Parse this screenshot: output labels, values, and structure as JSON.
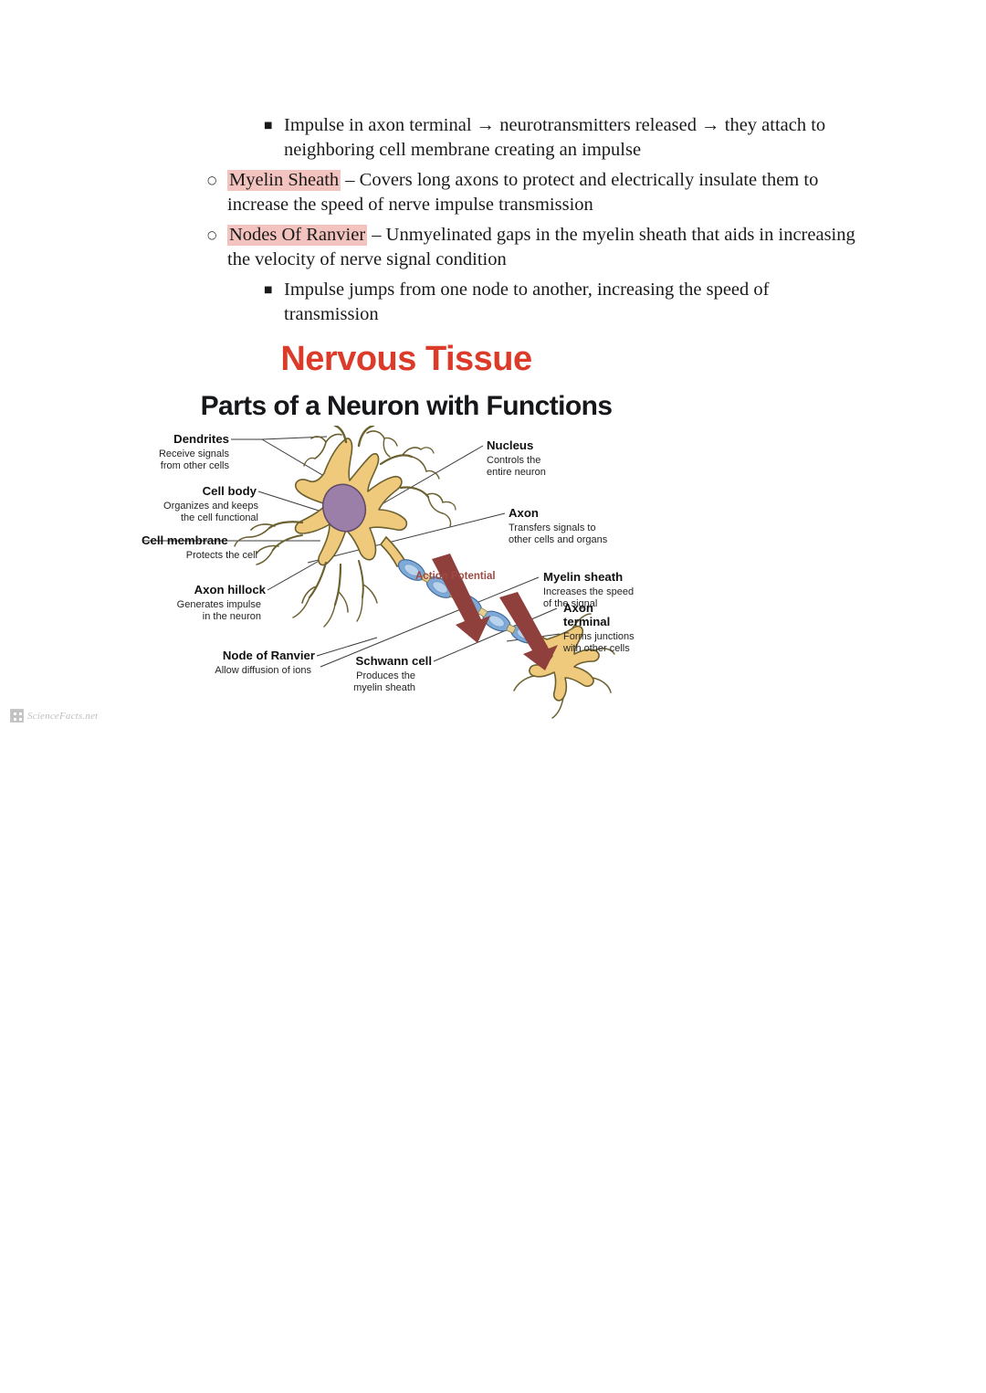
{
  "notes": {
    "items": [
      {
        "level": 3,
        "bullet": "filled-square",
        "text": "Impulse in axon terminal → neurotransmitters released → they attach to neighboring cell membrane creating an impulse",
        "highlight": ""
      },
      {
        "level": 2,
        "bullet": "hollow-circle",
        "highlight": "Myelin Sheath",
        "text": " – Covers long axons to protect and electrically insulate them to increase the speed of nerve impulse transmission"
      },
      {
        "level": 2,
        "bullet": "hollow-circle",
        "highlight": "Nodes Of Ranvier",
        "text": " – Unmyelinated gaps in the myelin sheath that aids in increasing the velocity of nerve signal condition"
      },
      {
        "level": 3,
        "bullet": "filled-square",
        "text": "Impulse jumps from one node to another, increasing the speed of transmission",
        "highlight": ""
      }
    ],
    "highlight_color": "#f3c4bf"
  },
  "figure": {
    "title": "Nervous Tissue",
    "title_color": "#dd3b2a",
    "subtitle": "Parts of a Neuron with Functions",
    "action_potential_label": "Action Potential",
    "action_potential_color": "#9e4a44",
    "watermark": "ScienceFacts.net",
    "colors": {
      "soma": "#efc97c",
      "soma_stroke": "#6b6030",
      "nucleus": "#9b7fa8",
      "nucleus_stroke": "#5e4a66",
      "myelin": "#7fa9d6",
      "myelin_light": "#b9d3ec",
      "myelin_stroke": "#3f6a99",
      "node_gap": "#d8c48b",
      "arrow": "#8f3f3c"
    },
    "labels": [
      {
        "name": "Dendrites",
        "desc_line1": "Receive signals",
        "desc_line2": "from other cells"
      },
      {
        "name": "Cell body",
        "desc_line1": "Organizes and keeps",
        "desc_line2": "the cell functional"
      },
      {
        "name": "Cell membrane",
        "desc_line1": "Protects the cell",
        "desc_line2": ""
      },
      {
        "name": "Axon hillock",
        "desc_line1": "Generates impulse",
        "desc_line2": "in the neuron"
      },
      {
        "name": "Node of Ranvier",
        "desc_line1": "Allow diffusion of ions",
        "desc_line2": ""
      },
      {
        "name": "Nucleus",
        "desc_line1": "Controls the",
        "desc_line2": "entire neuron"
      },
      {
        "name": "Axon",
        "desc_line1": "Transfers signals to",
        "desc_line2": "other cells and organs"
      },
      {
        "name": "Myelin sheath",
        "desc_line1": "Increases the speed",
        "desc_line2": "of the signal"
      },
      {
        "name": "Axon",
        "name2": "terminal",
        "desc_line1": "Forms junctions",
        "desc_line2": "with other cells"
      },
      {
        "name": "Schwann cell",
        "desc_line1": "Produces the",
        "desc_line2": "myelin sheath"
      }
    ]
  }
}
